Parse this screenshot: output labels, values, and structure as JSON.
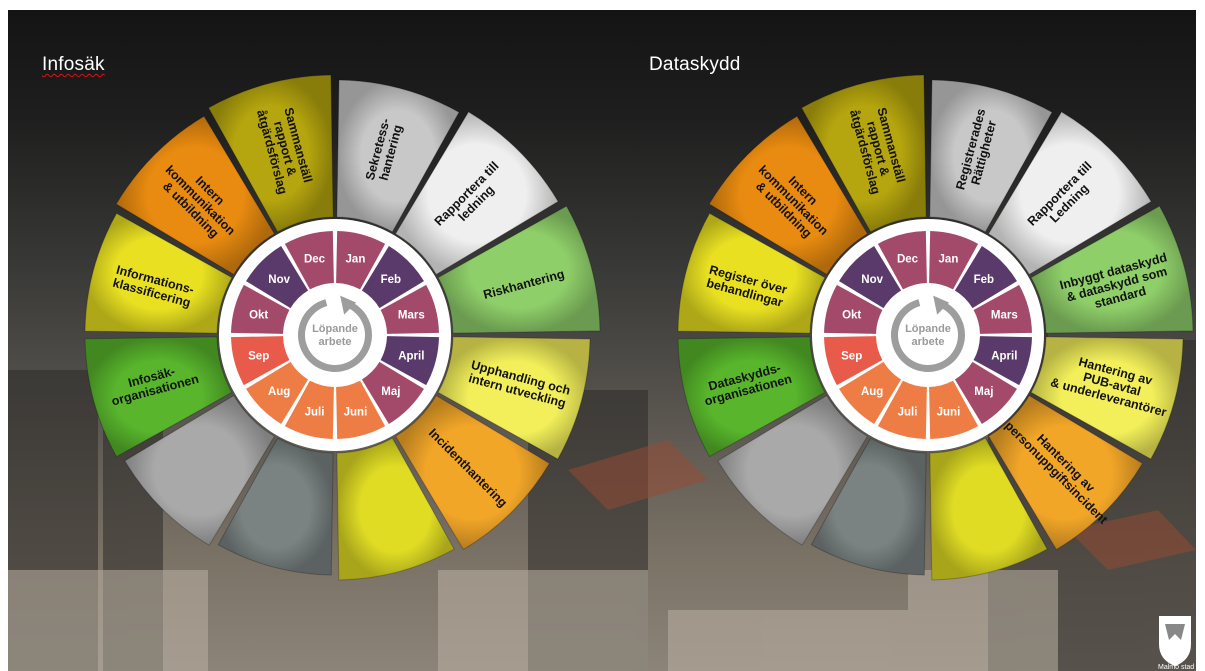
{
  "slide": {
    "wheels": [
      {
        "title": "Infosäk",
        "center_text": [
          "Löpande",
          "arbete"
        ],
        "segments": [
          {
            "lines": [
              "Sekretess-",
              "hantering"
            ],
            "color": "#c8c8c8"
          },
          {
            "lines": [
              "Rapportera till",
              "ledning"
            ],
            "color": "#efefef"
          },
          {
            "lines": [
              "Riskhantering"
            ],
            "color": "#8fcf6a"
          },
          {
            "lines": [
              "Upphandling och",
              "intern utveckling"
            ],
            "color": "#f2ef5a"
          },
          {
            "lines": [
              "Incidenthantering"
            ],
            "color": "#f2a628"
          },
          {
            "lines": [],
            "color": "#e0dc24"
          },
          {
            "lines": [],
            "color": "#7a8282"
          },
          {
            "lines": [],
            "color": "#a9a9a9"
          },
          {
            "lines": [
              "Infosäk-",
              "organisationen"
            ],
            "color": "#58b52c"
          },
          {
            "lines": [
              "Informations-",
              "klassificering"
            ],
            "color": "#e8e021"
          },
          {
            "lines": [
              "Intern",
              "kommunikation",
              "& utbildning"
            ],
            "color": "#e98b10"
          },
          {
            "lines": [
              "Sammanställ",
              "rapport &",
              "åtgärdsförslag"
            ],
            "color": "#b5a50e"
          }
        ],
        "months": [
          {
            "label": "Jan",
            "color": "#a34a6a"
          },
          {
            "label": "Feb",
            "color": "#5a3a6b"
          },
          {
            "label": "Mars",
            "color": "#a34a6a"
          },
          {
            "label": "April",
            "color": "#5a3a6b"
          },
          {
            "label": "Maj",
            "color": "#a34a6a"
          },
          {
            "label": "Juni",
            "color": "#ee7d45"
          },
          {
            "label": "Juli",
            "color": "#ee7d45"
          },
          {
            "label": "Aug",
            "color": "#ee7d45"
          },
          {
            "label": "Sep",
            "color": "#e85a4a"
          },
          {
            "label": "Okt",
            "color": "#a34a6a"
          },
          {
            "label": "Nov",
            "color": "#5a3a6b"
          },
          {
            "label": "Dec",
            "color": "#a34a6a"
          }
        ]
      },
      {
        "title": "Dataskydd",
        "center_text": [
          "Löpande",
          "arbete"
        ],
        "segments": [
          {
            "lines": [
              "Registrerades",
              "Rättigheter"
            ],
            "color": "#c8c8c8"
          },
          {
            "lines": [
              "Rapportera till",
              "Ledning"
            ],
            "color": "#efefef"
          },
          {
            "lines": [
              "Inbyggt dataskydd",
              "& dataskydd som",
              "standard"
            ],
            "color": "#8fcf6a"
          },
          {
            "lines": [
              "Hantering av",
              "PUB-avtal",
              "& underleverantörer"
            ],
            "color": "#f2ef5a"
          },
          {
            "lines": [
              "Hantering av",
              "personuppgiftsincident"
            ],
            "color": "#f2a628"
          },
          {
            "lines": [],
            "color": "#e0dc24"
          },
          {
            "lines": [],
            "color": "#7a8282"
          },
          {
            "lines": [],
            "color": "#a9a9a9"
          },
          {
            "lines": [
              "Dataskydds-",
              "organisationen"
            ],
            "color": "#58b52c"
          },
          {
            "lines": [
              "Register över",
              "behandlingar"
            ],
            "color": "#e8e021"
          },
          {
            "lines": [
              "Intern",
              "kommunikation",
              "& utbildning"
            ],
            "color": "#e98b10"
          },
          {
            "lines": [
              "Sammanställ",
              "rapport &",
              "åtgärdsförslag"
            ],
            "color": "#b5a50e"
          }
        ],
        "months": [
          {
            "label": "Jan",
            "color": "#a34a6a"
          },
          {
            "label": "Feb",
            "color": "#5a3a6b"
          },
          {
            "label": "Mars",
            "color": "#a34a6a"
          },
          {
            "label": "April",
            "color": "#5a3a6b"
          },
          {
            "label": "Maj",
            "color": "#a34a6a"
          },
          {
            "label": "Juni",
            "color": "#ee7d45"
          },
          {
            "label": "Juli",
            "color": "#ee7d45"
          },
          {
            "label": "Aug",
            "color": "#ee7d45"
          },
          {
            "label": "Sep",
            "color": "#e85a4a"
          },
          {
            "label": "Okt",
            "color": "#a34a6a"
          },
          {
            "label": "Nov",
            "color": "#5a3a6b"
          },
          {
            "label": "Dec",
            "color": "#a34a6a"
          }
        ]
      }
    ],
    "logo_text": "Malmö stad"
  }
}
